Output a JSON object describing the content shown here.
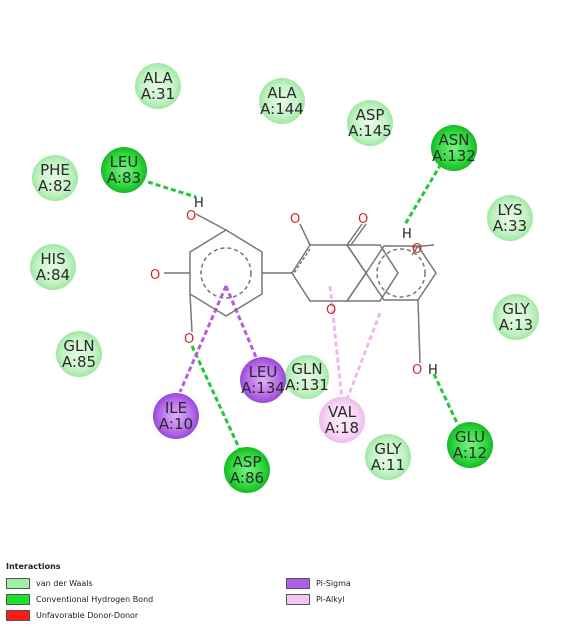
{
  "residues": [
    {
      "id": "ala31",
      "name": "ALA",
      "chain_pos": "A:31",
      "type": "vdw"
    },
    {
      "id": "ala144",
      "name": "ALA",
      "chain_pos": "A:144",
      "type": "vdw"
    },
    {
      "id": "asp145",
      "name": "ASP",
      "chain_pos": "A:145",
      "type": "vdw"
    },
    {
      "id": "asn132",
      "name": "ASN",
      "chain_pos": "A:132",
      "type": "hbond"
    },
    {
      "id": "phe82",
      "name": "PHE",
      "chain_pos": "A:82",
      "type": "vdw"
    },
    {
      "id": "leu83",
      "name": "LEU",
      "chain_pos": "A:83",
      "type": "hbond"
    },
    {
      "id": "lys33",
      "name": "LYS",
      "chain_pos": "A:33",
      "type": "vdw"
    },
    {
      "id": "his84",
      "name": "HIS",
      "chain_pos": "A:84",
      "type": "vdw"
    },
    {
      "id": "gly13",
      "name": "GLY",
      "chain_pos": "A:13",
      "type": "vdw"
    },
    {
      "id": "gln85",
      "name": "GLN",
      "chain_pos": "A:85",
      "type": "vdw"
    },
    {
      "id": "leu134",
      "name": "LEU",
      "chain_pos": "A:134",
      "type": "pisigma"
    },
    {
      "id": "gln131",
      "name": "GLN",
      "chain_pos": "A:131",
      "type": "vdw"
    },
    {
      "id": "ile10",
      "name": "ILE",
      "chain_pos": "A:10",
      "type": "pisigma"
    },
    {
      "id": "val18",
      "name": "VAL",
      "chain_pos": "A:18",
      "type": "pialkyl"
    },
    {
      "id": "glu12",
      "name": "GLU",
      "chain_pos": "A:12",
      "type": "hbond"
    },
    {
      "id": "gly11",
      "name": "GLY",
      "chain_pos": "A:11",
      "type": "vdw"
    },
    {
      "id": "asp86",
      "name": "ASP",
      "chain_pos": "A:86",
      "type": "hbond"
    }
  ],
  "atoms": {
    "oxygen": "O",
    "hydrogen": "H"
  },
  "legend": {
    "title": "Interactions",
    "items": [
      {
        "id": "vdw",
        "label": "van der Waals",
        "color": "#9ff0a4"
      },
      {
        "id": "hbond",
        "label": "Conventional Hydrogen Bond",
        "color": "#1be12c"
      },
      {
        "id": "unfav",
        "label": "Unfavorable Donor-Donor",
        "color": "#ff1a1a"
      },
      {
        "id": "pisigma",
        "label": "Pi-Sigma",
        "color": "#b05ee8"
      },
      {
        "id": "pialkyl",
        "label": "Pi-Alkyl",
        "color": "#f6c6f3"
      }
    ]
  },
  "colors": {
    "vdw_fill": "#b6f2b8",
    "hbond_fill": "#23d632",
    "pisigma_fill": "#b05ee8",
    "pialkyl_fill": "#f7cdf3",
    "hbond_line": "#22c732",
    "pisigma_line": "#b85be0",
    "pialkyl_line": "#f2b8ee",
    "bond": "#777777",
    "oxygen": "#cc2b2b"
  }
}
